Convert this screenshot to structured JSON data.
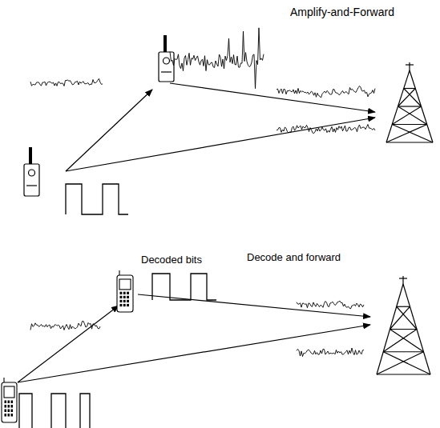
{
  "diagram": {
    "labels": [
      "Amplify-and-Forward",
      "Decoded bits",
      "Decode and forward"
    ]
  }
}
